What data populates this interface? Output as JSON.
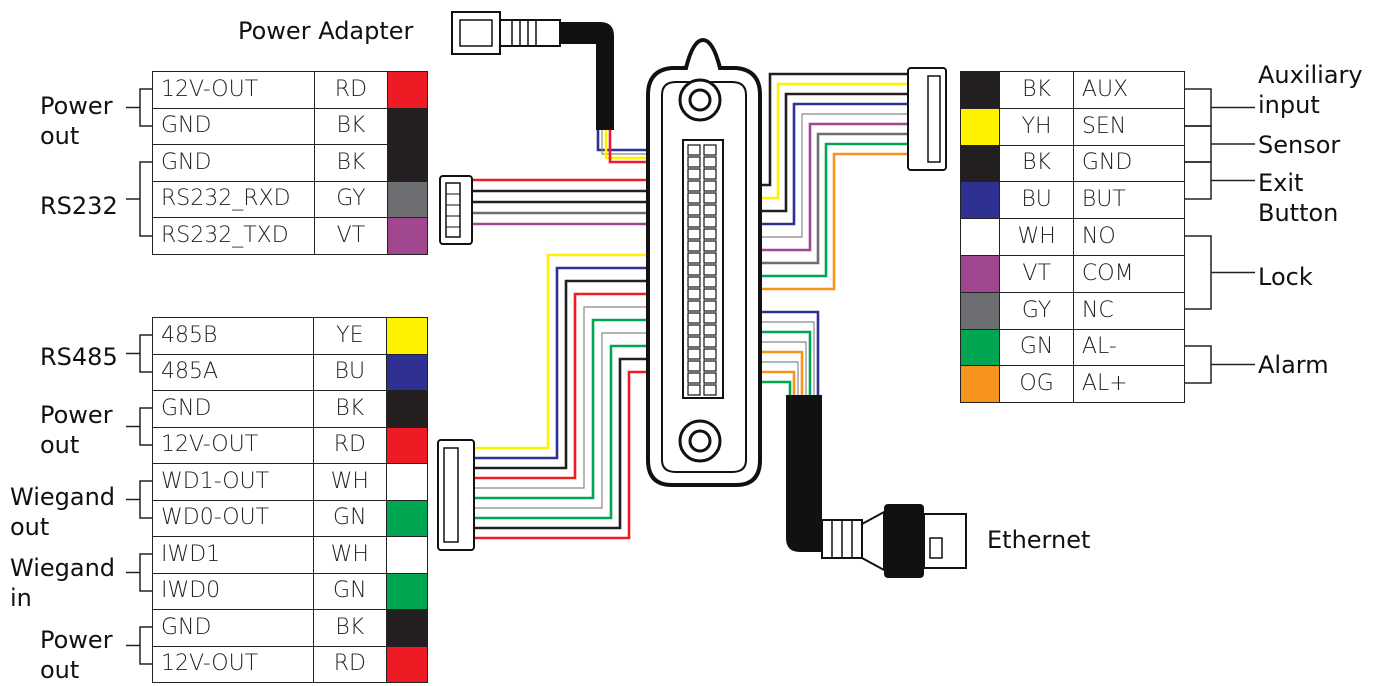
{
  "title": "Power Adapter",
  "ethernet_label": "Ethernet",
  "left_top_table": [
    {
      "name": "12V-OUT",
      "code": "RD",
      "color": "#ed1c24"
    },
    {
      "name": "GND",
      "code": "BK",
      "color": "#231f20"
    },
    {
      "name": "GND",
      "code": "BK",
      "color": "#231f20"
    },
    {
      "name": "RS232_RXD",
      "code": "GY",
      "color": "#6d6e71"
    },
    {
      "name": "RS232_TXD",
      "code": "VT",
      "color": "#a0478f"
    }
  ],
  "left_bottom_table": [
    {
      "name": "485B",
      "code": "YE",
      "color": "#fff200"
    },
    {
      "name": "485A",
      "code": "BU",
      "color": "#2e3192"
    },
    {
      "name": "GND",
      "code": "BK",
      "color": "#231f20"
    },
    {
      "name": "12V-OUT",
      "code": "RD",
      "color": "#ed1c24"
    },
    {
      "name": "WD1-OUT",
      "code": "WH",
      "color": "#ffffff"
    },
    {
      "name": "WD0-OUT",
      "code": "GN",
      "color": "#00a651"
    },
    {
      "name": "IWD1",
      "code": "WH",
      "color": "#ffffff"
    },
    {
      "name": "IWD0",
      "code": "GN",
      "color": "#00a651"
    },
    {
      "name": "GND",
      "code": "BK",
      "color": "#231f20"
    },
    {
      "name": "12V-OUT",
      "code": "RD",
      "color": "#ed1c24"
    }
  ],
  "right_table": [
    {
      "code": "BK",
      "name": "AUX",
      "color": "#231f20"
    },
    {
      "code": "YH",
      "name": "SEN",
      "color": "#fff200"
    },
    {
      "code": "BK",
      "name": "GND",
      "color": "#231f20"
    },
    {
      "code": "BU",
      "name": "BUT",
      "color": "#2e3192"
    },
    {
      "code": "WH",
      "name": "NO",
      "color": "#ffffff"
    },
    {
      "code": "VT",
      "name": "COM",
      "color": "#a0478f"
    },
    {
      "code": "GY",
      "name": "NC",
      "color": "#6d6e71"
    },
    {
      "code": "GN",
      "name": "AL-",
      "color": "#00a651"
    },
    {
      "code": "OG",
      "name": "AL+",
      "color": "#f7941d"
    }
  ],
  "group_labels": {
    "power_out_1": [
      "Power",
      "out"
    ],
    "rs232": "RS232",
    "rs485": "RS485",
    "power_out_2": [
      "Power",
      "out"
    ],
    "wiegand_out": [
      "Wiegand",
      "out"
    ],
    "wiegand_in": [
      "Wiegand",
      "in"
    ],
    "power_out_3": [
      "Power",
      "out"
    ],
    "auxiliary_input": [
      "Auxiliary",
      "input"
    ],
    "sensor": "Sensor",
    "exit_button": [
      "Exit",
      "Button"
    ],
    "lock": "Lock",
    "alarm": "Alarm"
  }
}
